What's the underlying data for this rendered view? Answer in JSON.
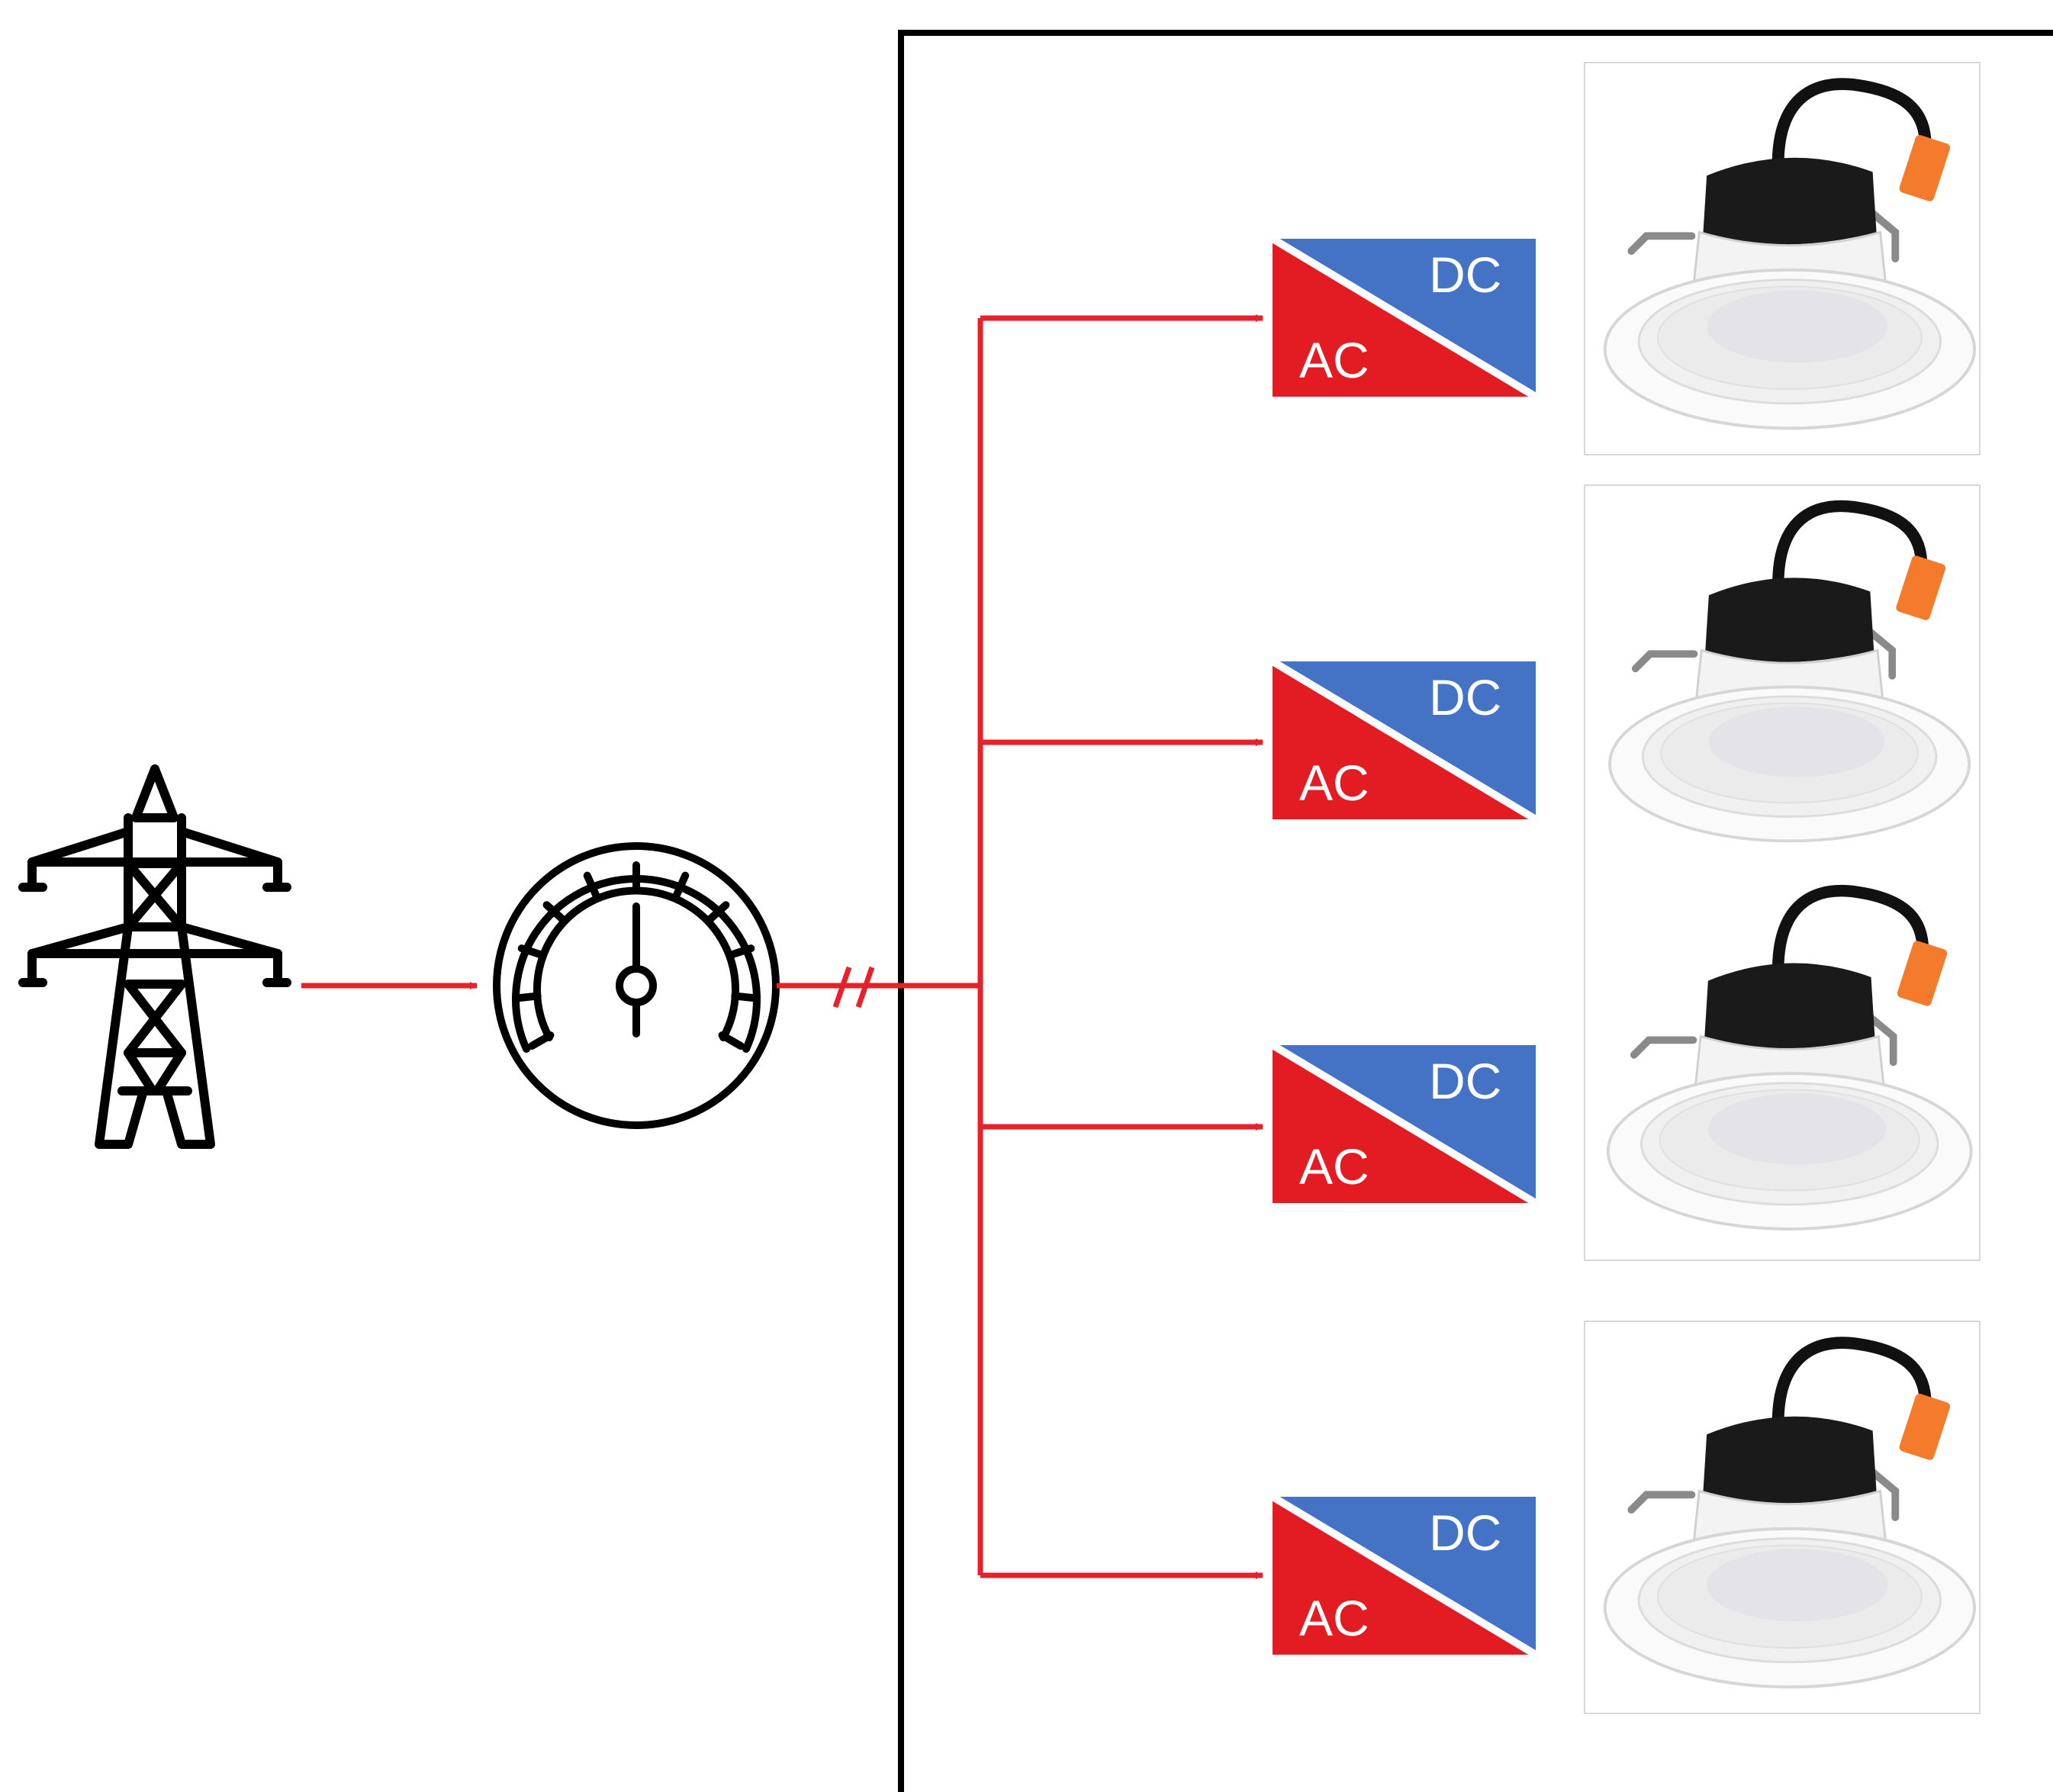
{
  "colors": {
    "line": "#e8202a",
    "converter_ac": "#e31b23",
    "converter_dc": "#4472c4",
    "frame": "#000000",
    "icon": "#000000"
  },
  "source": {
    "icon": "transmission-tower-icon"
  },
  "meter": {
    "icon": "electricity-meter-dial-icon"
  },
  "converters": [
    {
      "ac_label": "AC",
      "dc_label": "DC"
    },
    {
      "ac_label": "AC",
      "dc_label": "DC"
    },
    {
      "ac_label": "AC",
      "dc_label": "DC"
    },
    {
      "ac_label": "AC",
      "dc_label": "DC"
    }
  ],
  "lights": [
    {
      "icon": "led-recessed-downlight-icon"
    },
    {
      "icon": "led-recessed-downlight-icon"
    },
    {
      "icon": "led-recessed-downlight-icon"
    },
    {
      "icon": "led-recessed-downlight-icon"
    }
  ]
}
